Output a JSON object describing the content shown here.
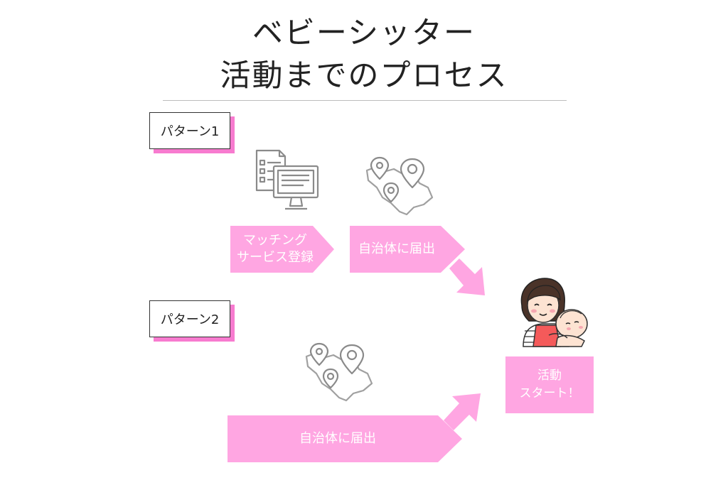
{
  "title": {
    "line1": "ベビーシッター",
    "line2": "活動までのプロセス"
  },
  "pattern1": {
    "label": "パターン1",
    "steps": [
      {
        "line1": "マッチング",
        "line2": "サービス登録"
      },
      {
        "line1": "自治体に届出"
      }
    ]
  },
  "pattern2": {
    "label": "パターン2",
    "steps": [
      {
        "line1": "自治体に届出"
      }
    ]
  },
  "result": {
    "line1": "活動",
    "line2": "スタート！"
  },
  "icons": [
    "computer-registration-icon",
    "map-pins-icon",
    "map-pins-icon",
    "babysitter-illustration"
  ],
  "colors": {
    "accent": "#ffa6e2",
    "shadow": "#f77bcf",
    "icon_gray": "#8a8a8a"
  }
}
